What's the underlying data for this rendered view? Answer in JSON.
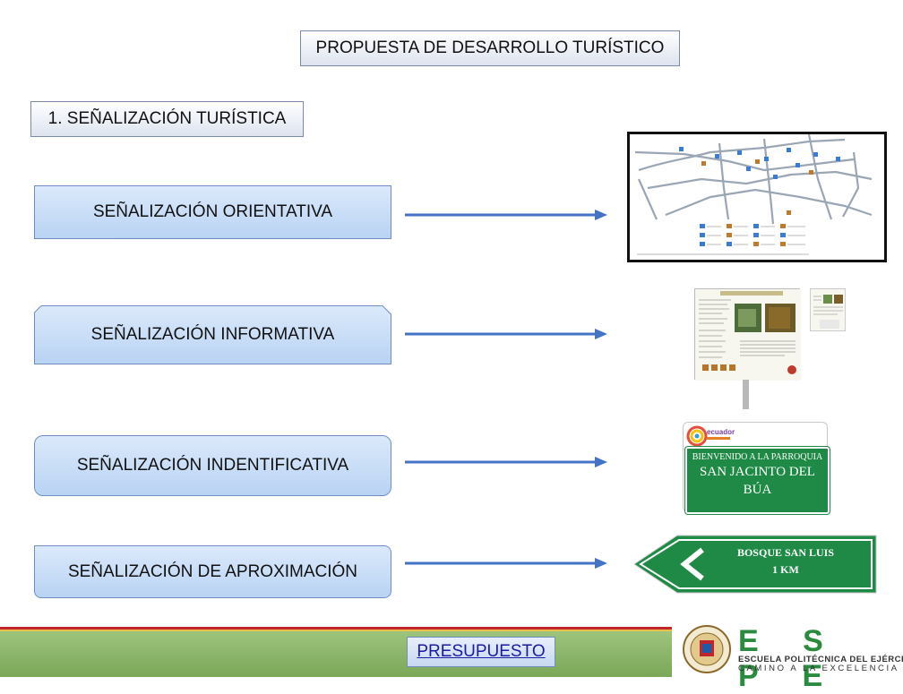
{
  "title": "PROPUESTA DE DESARROLLO TURÍSTICO",
  "section": "1. SEÑALIZACIÓN TURÍSTICA",
  "signage_types": [
    {
      "label": "SEÑALIZACIÓN ORIENTATIVA"
    },
    {
      "label": "SEÑALIZACIÓN INFORMATIVA"
    },
    {
      "label": "SEÑALIZACIÓN INDENTIFICATIVA"
    },
    {
      "label": "SEÑALIZACIÓN DE APROXIMACIÓN"
    }
  ],
  "green_sign": {
    "brand": "ecuador",
    "line1": "BIENVENIDO A LA PARROQUIA",
    "line2": "SAN JACINTO DEL",
    "line3": "BÚA"
  },
  "approach_sign": {
    "line1": "BOSQUE SAN LUIS",
    "line2": "1 KM"
  },
  "footer": {
    "button_label": "PRESUPUESTO"
  },
  "logo": {
    "letters": "E S P E",
    "subtitle1": "ESCUELA POLITÉCNICA DEL EJÉRCITO",
    "subtitle2": "CAMINO A LA EXCELENCIA"
  },
  "colors": {
    "arrow": "#4472c4",
    "box_fill": "#c6dbf5",
    "sign_green": "#1e8a45",
    "footer_green": "#8cb86a",
    "footer_red": "#c0262c",
    "logo_green": "#2a8a3e",
    "link": "#1a1aa6"
  }
}
